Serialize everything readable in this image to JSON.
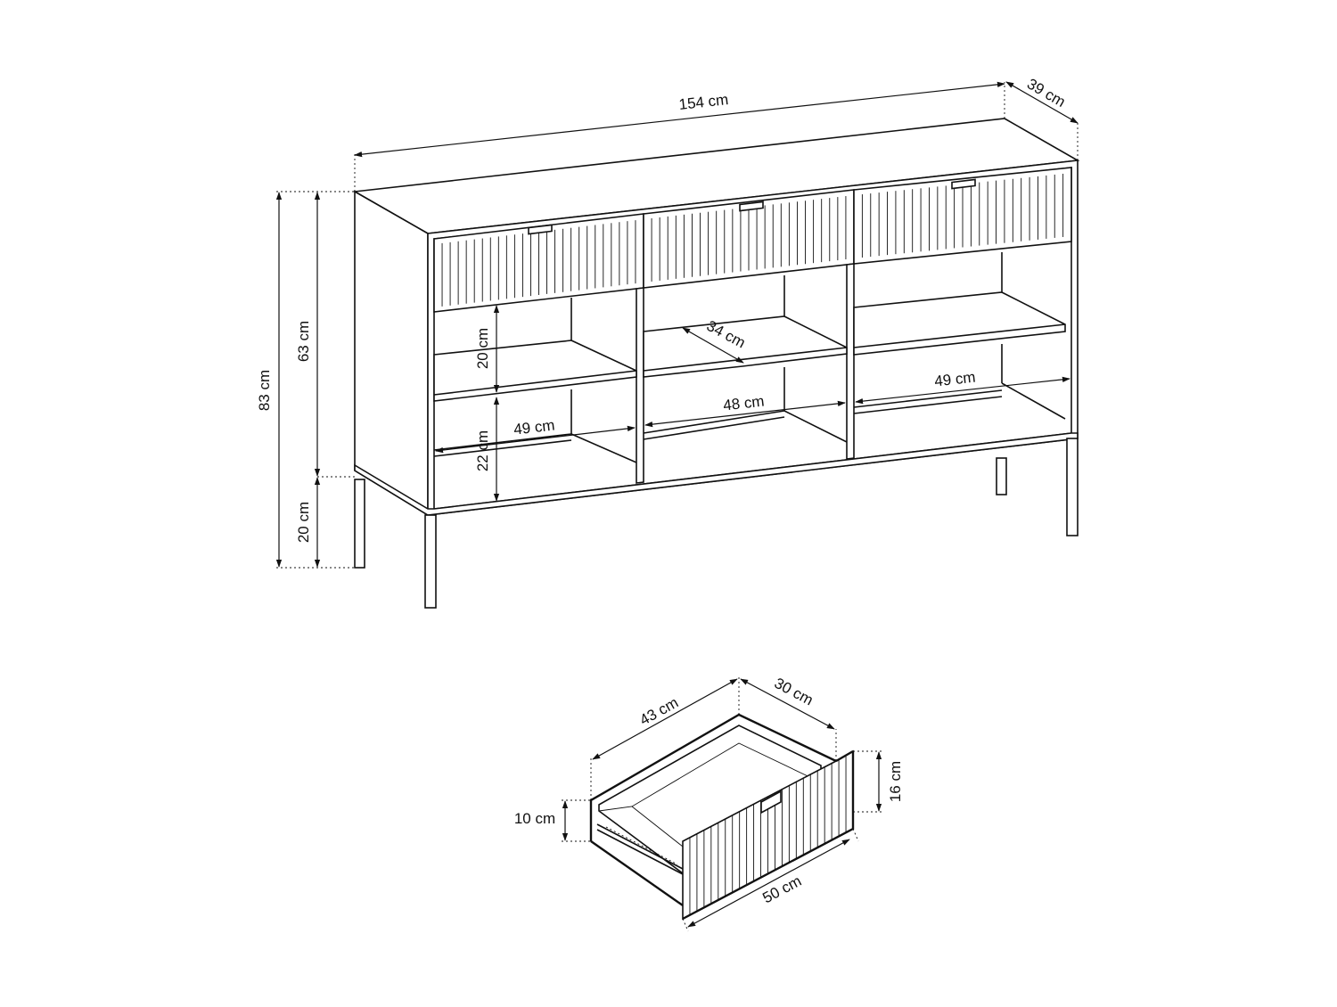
{
  "colors": {
    "line": "#111111",
    "background": "#ffffff"
  },
  "sideboard": {
    "width": "154 cm",
    "depth": "39 cm",
    "total_height": "83 cm",
    "body_height": "63 cm",
    "leg_height": "20 cm",
    "upper_shelf_height": "20 cm",
    "lower_shelf_height": "22 cm",
    "shelf_depth": "34 cm",
    "left_width": "49 cm",
    "middle_width": "48 cm",
    "right_width": "49 cm"
  },
  "drawer": {
    "depth": "43 cm",
    "inner_width": "30 cm",
    "front_width": "50 cm",
    "side_height": "10 cm",
    "front_height": "16 cm"
  }
}
